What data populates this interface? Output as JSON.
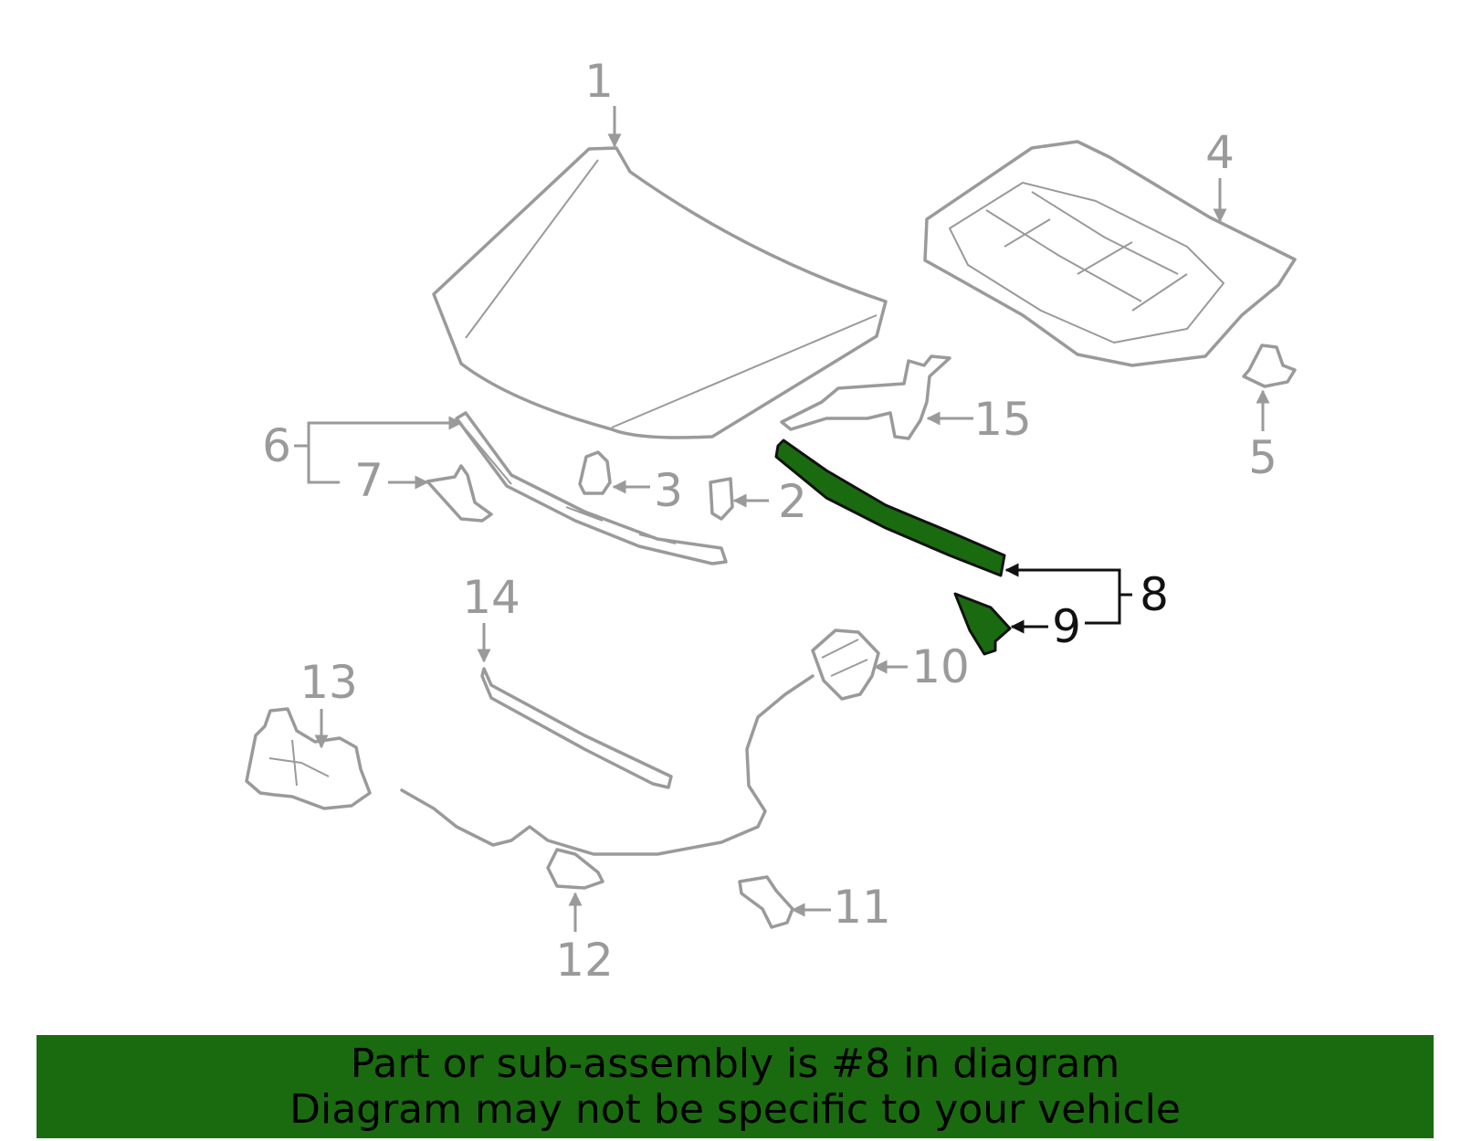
{
  "colors": {
    "highlight": "#1a6b10",
    "part_stroke": "#9a9a9a",
    "banner_bg": "#1a6b10",
    "banner_text": "#000000"
  },
  "callouts": {
    "c1": "1",
    "c2": "2",
    "c3": "3",
    "c4": "4",
    "c5": "5",
    "c6": "6",
    "c7": "7",
    "c8": "8",
    "c9": "9",
    "c10": "10",
    "c11": "11",
    "c12": "12",
    "c13": "13",
    "c14": "14",
    "c15": "15"
  },
  "highlighted_callouts": [
    "8",
    "9"
  ],
  "banner": {
    "line1": "Part or sub-assembly is #8 in diagram",
    "line2": "Diagram may not be specific to your vehicle"
  }
}
